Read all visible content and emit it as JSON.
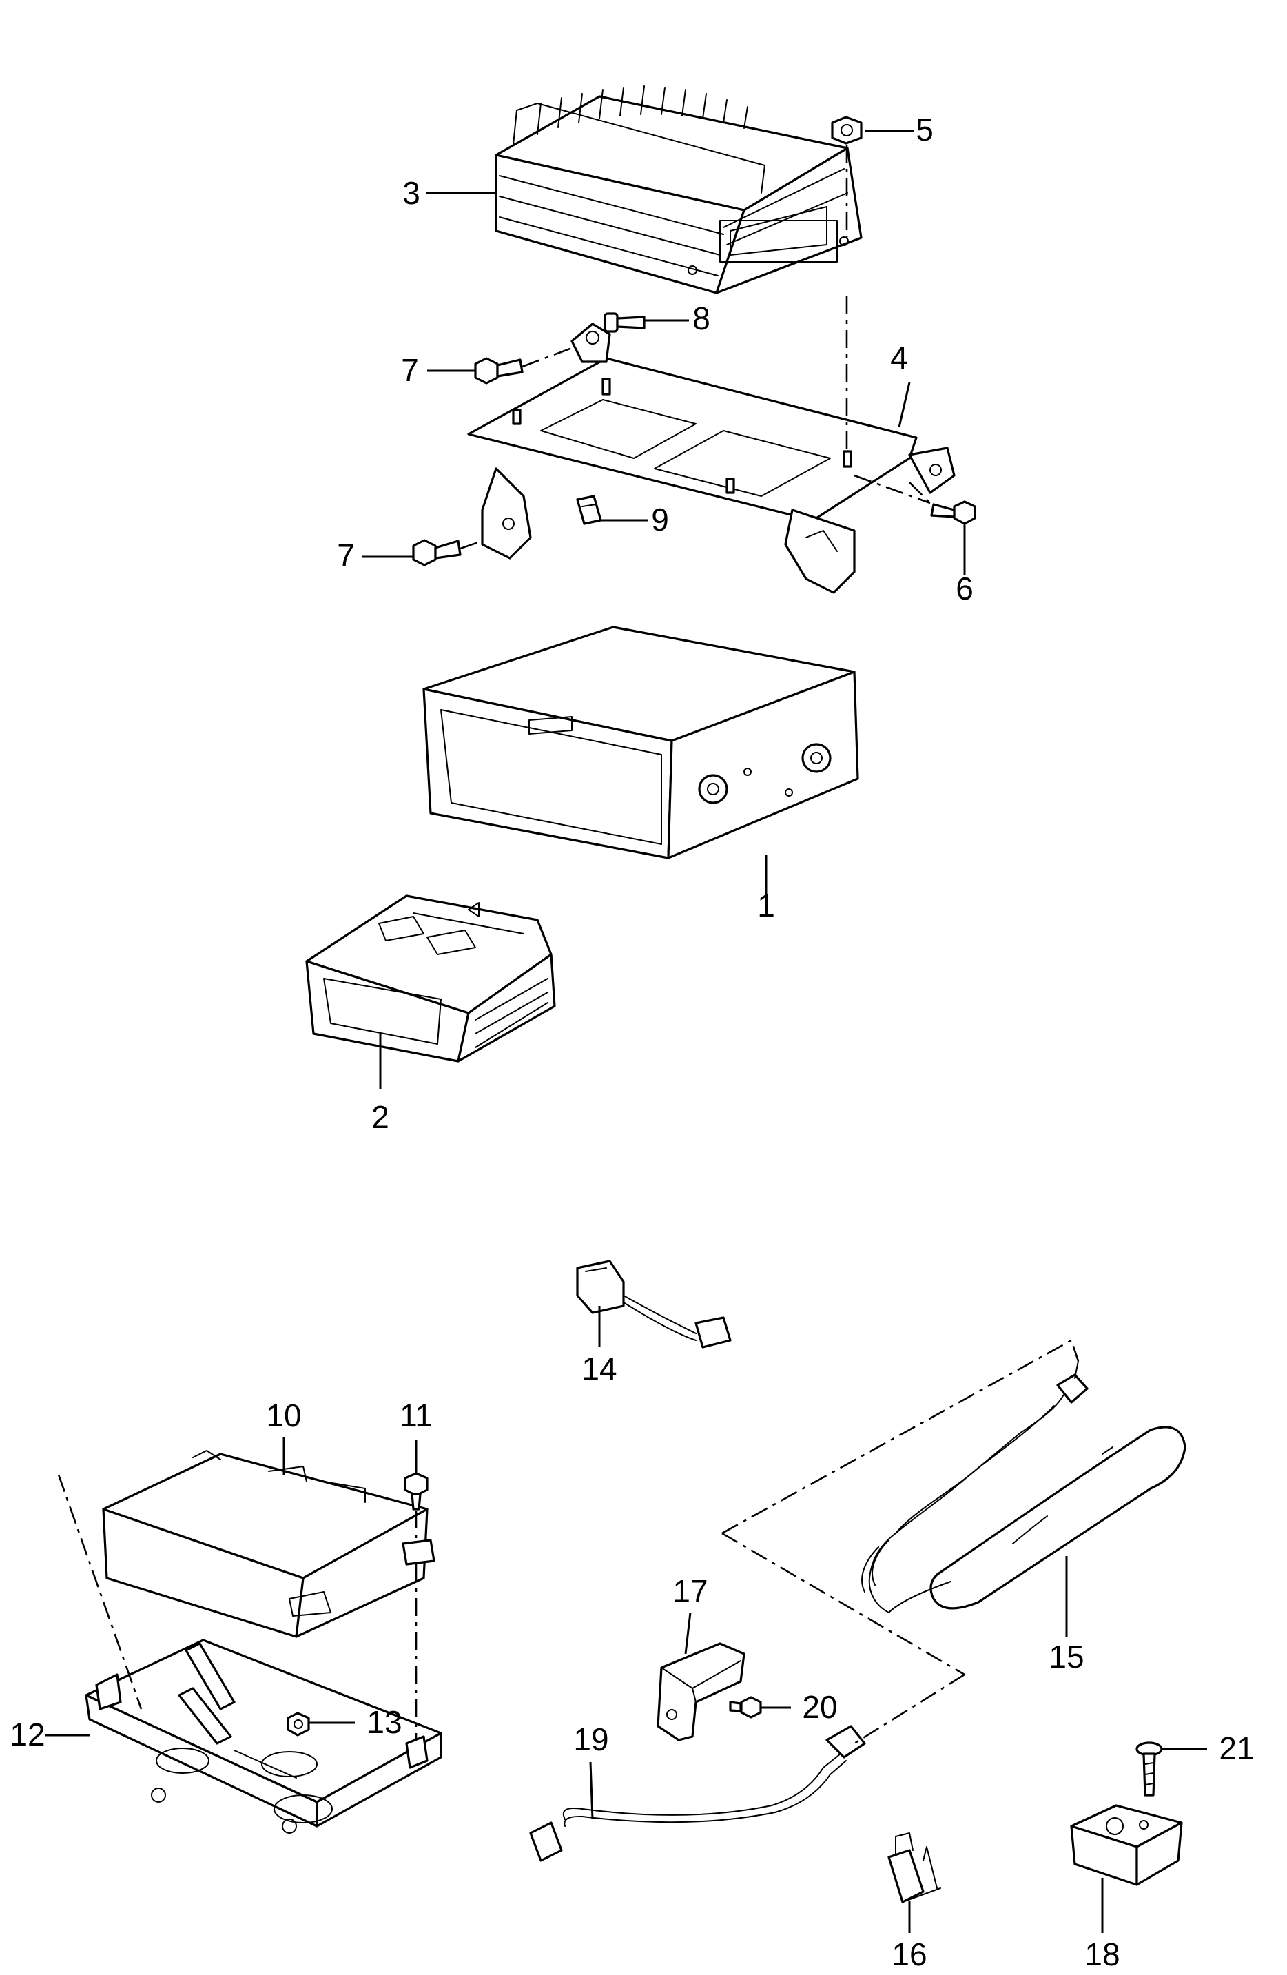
{
  "diagram": {
    "callouts": [
      {
        "id": "c1",
        "label": "1"
      },
      {
        "id": "c2",
        "label": "2"
      },
      {
        "id": "c3",
        "label": "3"
      },
      {
        "id": "c4",
        "label": "4"
      },
      {
        "id": "c5",
        "label": "5"
      },
      {
        "id": "c6",
        "label": "6"
      },
      {
        "id": "c7a",
        "label": "7"
      },
      {
        "id": "c7b",
        "label": "7"
      },
      {
        "id": "c8",
        "label": "8"
      },
      {
        "id": "c9",
        "label": "9"
      },
      {
        "id": "c10",
        "label": "10"
      },
      {
        "id": "c11",
        "label": "11"
      },
      {
        "id": "c12",
        "label": "12"
      },
      {
        "id": "c13",
        "label": "13"
      },
      {
        "id": "c14",
        "label": "14"
      },
      {
        "id": "c15",
        "label": "15"
      },
      {
        "id": "c16",
        "label": "16"
      },
      {
        "id": "c17",
        "label": "17"
      },
      {
        "id": "c18",
        "label": "18"
      },
      {
        "id": "c19",
        "label": "19"
      },
      {
        "id": "c20",
        "label": "20"
      },
      {
        "id": "c21",
        "label": "21"
      }
    ]
  }
}
